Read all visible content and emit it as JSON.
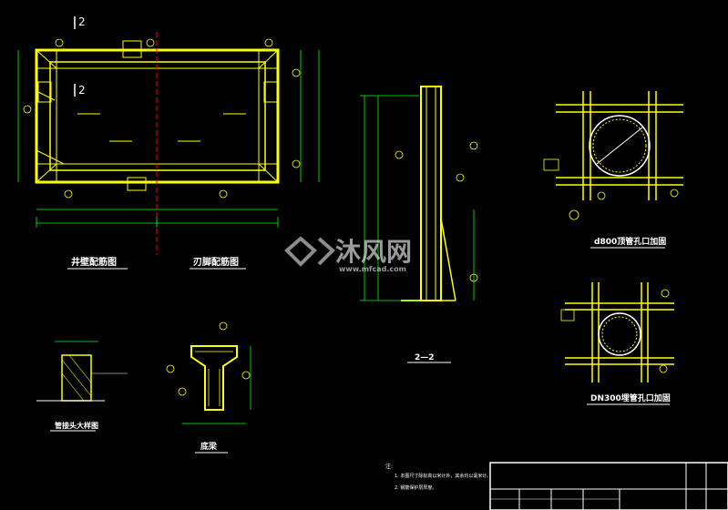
{
  "drawing": {
    "views": {
      "wall_rebar_plan": "井壁配筋图",
      "blade_rebar_plan": "刃脚配筋图",
      "section_2_2": "2—2",
      "pipe_joint_detail": "管接头大样图",
      "bottom_beam": "底梁",
      "d800_top_pipe_opening": "d800顶管孔口加固",
      "dn300_buried_pipe_opening": "DN300埋管孔口加固"
    },
    "section_marks": {
      "plan_cut": "2",
      "plan_cut_2": "2"
    },
    "notes": {
      "heading": "注:",
      "line1": "1. 本图尺寸除标高以米计外，其余均以毫米计。",
      "line2": "2. 钢筋保护层厚度。"
    }
  },
  "watermark": {
    "brand": "沐风网",
    "url": "www.mfcad.com"
  },
  "colors": {
    "background": "#000000",
    "primary_line": "#ffff00",
    "dimension_line": "#00ff00",
    "text": "#ffffff",
    "centerline": "#ff0000",
    "watermark": "#ffffff"
  }
}
